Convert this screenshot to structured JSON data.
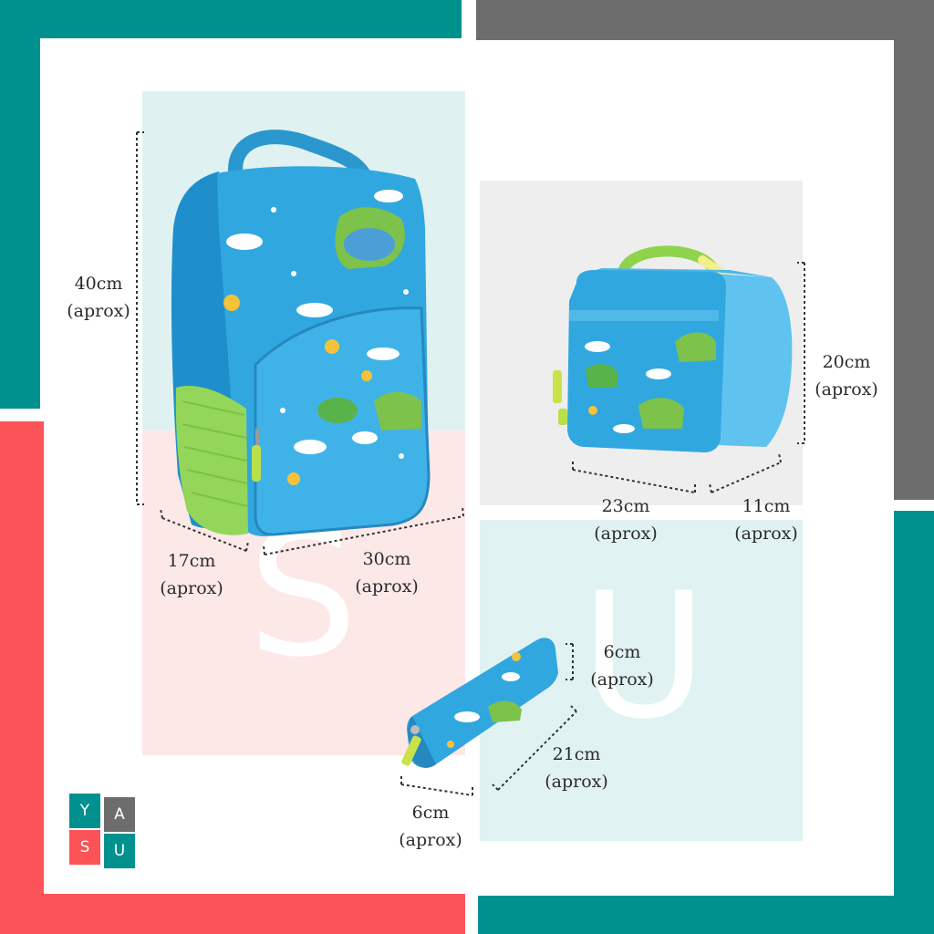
{
  "palette": {
    "teal": "#00918f",
    "gray": "#6d6d6d",
    "coral": "#fb5357",
    "bag_blue": "#31a7df",
    "bag_green": "#8fd34b"
  },
  "watermark": {
    "letters": [
      "S",
      "U"
    ]
  },
  "dimensions": {
    "backpack": {
      "height": {
        "value": "40cm",
        "note": "(aprox)"
      },
      "depth": {
        "value": "17cm",
        "note": "(aprox)"
      },
      "width": {
        "value": "30cm",
        "note": "(aprox)"
      }
    },
    "lunchbox": {
      "height": {
        "value": "20cm",
        "note": "(aprox)"
      },
      "width": {
        "value": "23cm",
        "note": "(aprox)"
      },
      "depth": {
        "value": "11cm",
        "note": "(aprox)"
      }
    },
    "pencil_case": {
      "height": {
        "value": "6cm",
        "note": "(aprox)"
      },
      "length": {
        "value": "21cm",
        "note": "(aprox)"
      },
      "depth": {
        "value": "6cm",
        "note": "(aprox)"
      }
    }
  },
  "logo": {
    "letters": [
      "Y",
      "A",
      "S",
      "U"
    ]
  }
}
